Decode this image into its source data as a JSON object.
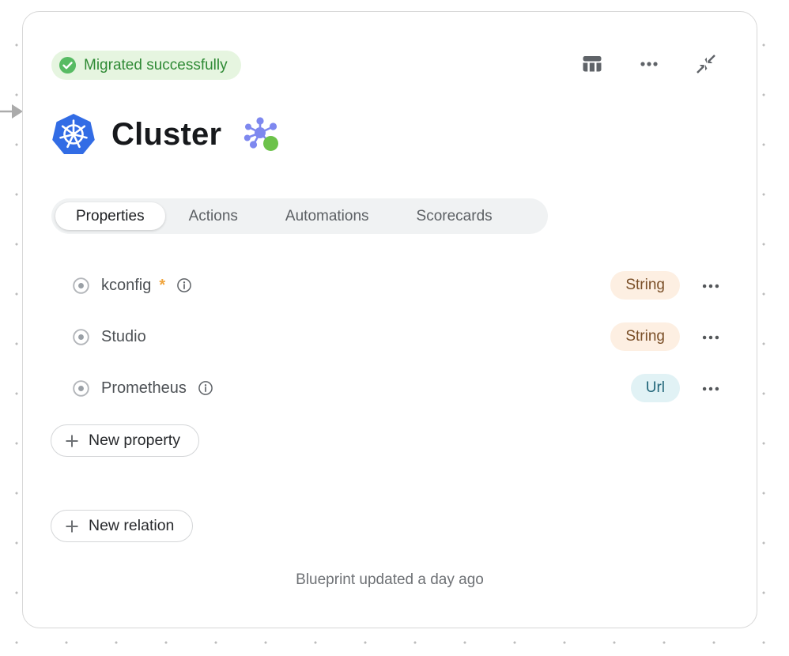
{
  "canvas": {
    "incoming_arrow_icon": "arrow-right"
  },
  "card": {
    "status_badge": {
      "label": "Migrated successfully",
      "icon": "check-circle",
      "bg_color": "#e6f5e0",
      "text_color": "#2f8a35",
      "icon_color": "#57bb63"
    },
    "header_icons": [
      {
        "name": "table-view-icon"
      },
      {
        "name": "more-options-icon"
      },
      {
        "name": "collapse-icon"
      }
    ],
    "title": {
      "text": "Cluster",
      "left_icon": "kubernetes-logo",
      "left_icon_color": "#326ce5",
      "right_icon": "cluster-graph",
      "right_icon_colors": {
        "nodes": "#7e88ef",
        "accent": "#6cc24a"
      }
    },
    "tabs": {
      "items": [
        {
          "label": "Properties",
          "active": true
        },
        {
          "label": "Actions",
          "active": false
        },
        {
          "label": "Automations",
          "active": false
        },
        {
          "label": "Scorecards",
          "active": false
        }
      ]
    },
    "properties": [
      {
        "name": "kconfig",
        "required": true,
        "has_info": true,
        "type": {
          "label": "String",
          "bg": "#fdefe2",
          "fg": "#7a4f28"
        }
      },
      {
        "name": "Studio",
        "required": false,
        "has_info": false,
        "type": {
          "label": "String",
          "bg": "#fdefe2",
          "fg": "#7a4f28"
        }
      },
      {
        "name": "Prometheus",
        "required": false,
        "has_info": true,
        "type": {
          "label": "Url",
          "bg": "#e1f2f5",
          "fg": "#23677a"
        }
      }
    ],
    "buttons": {
      "new_property": "New property",
      "new_relation": "New relation"
    },
    "footer": {
      "text": "Blueprint updated a day ago"
    }
  }
}
